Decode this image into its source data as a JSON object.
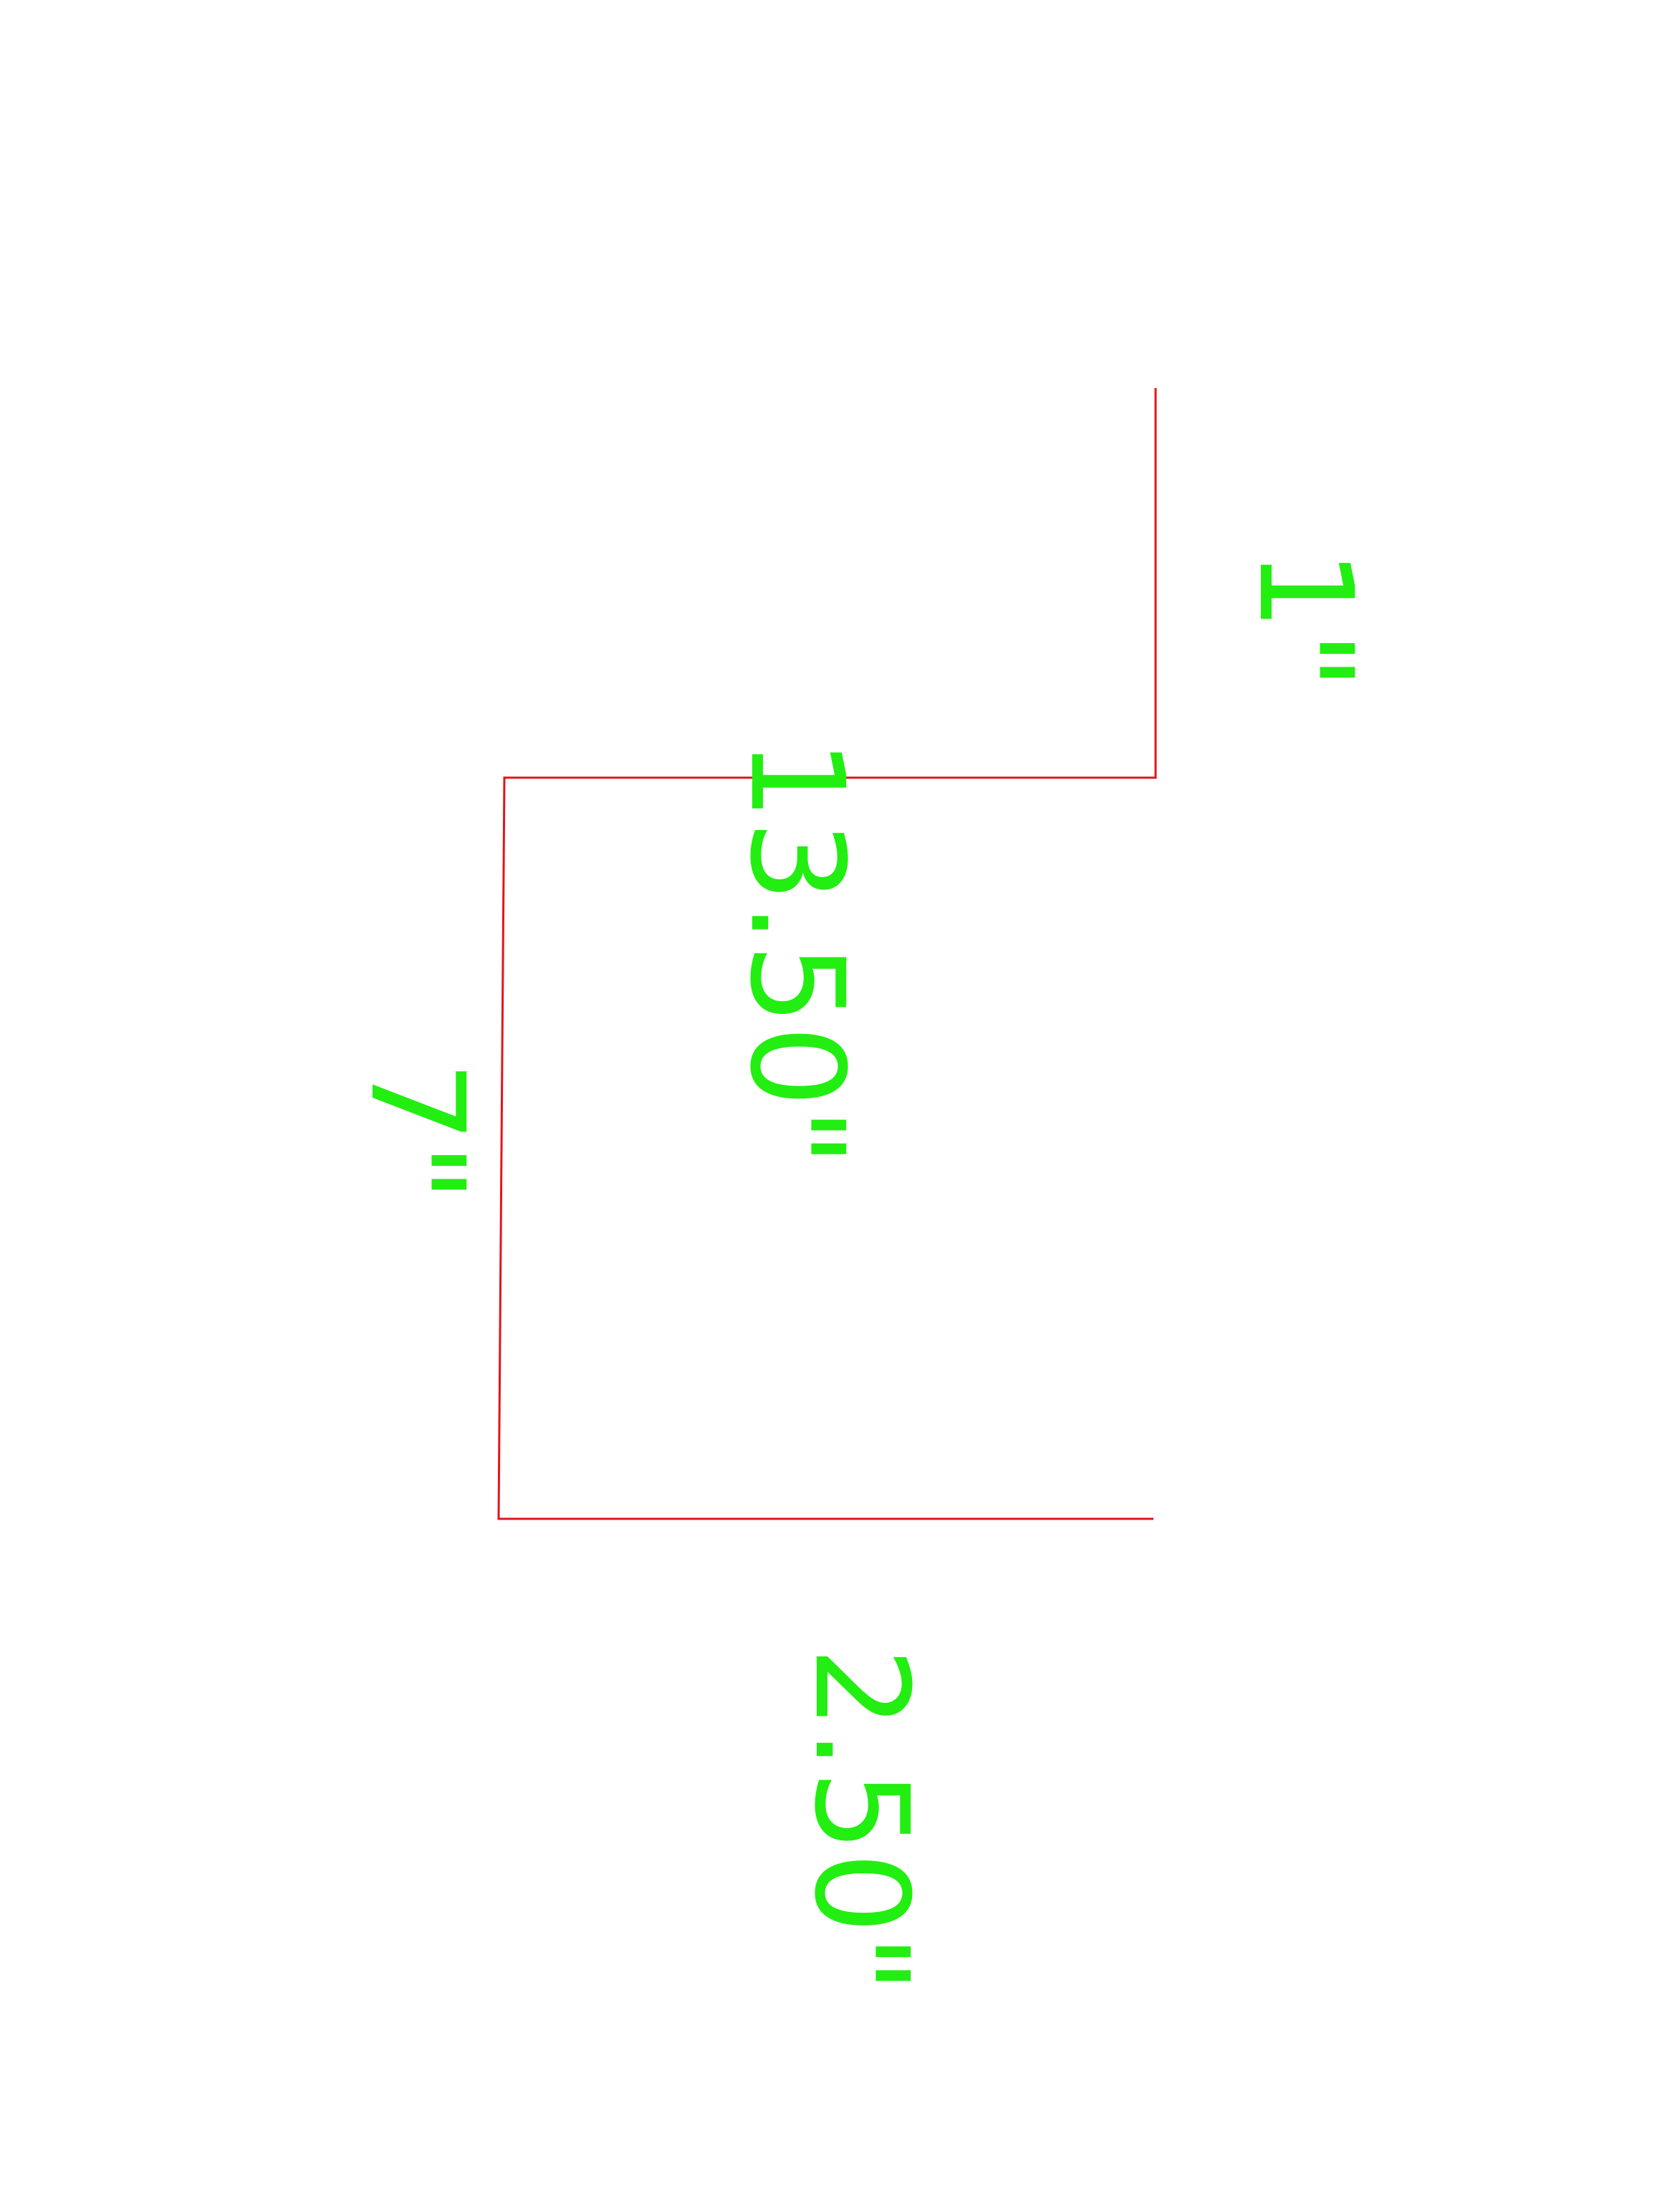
{
  "diagram": {
    "line_color": "#e3141c",
    "label_color": "#22ee11",
    "segments": [
      {
        "id": "top-flange",
        "label": "1\""
      },
      {
        "id": "upper-leg",
        "label": "13.50\""
      },
      {
        "id": "web",
        "label": "7\""
      },
      {
        "id": "lower-leg",
        "label": "2.50\""
      }
    ]
  }
}
